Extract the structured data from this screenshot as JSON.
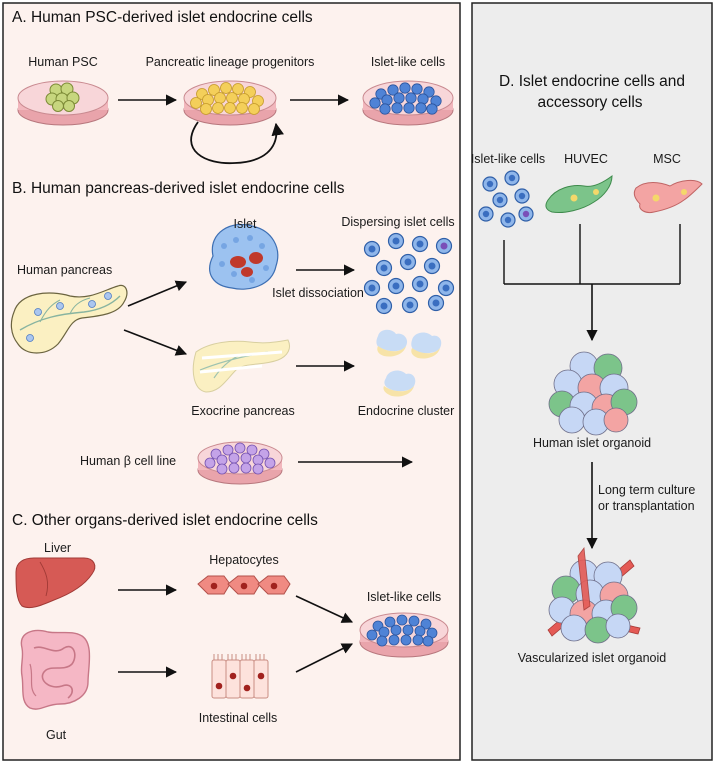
{
  "panel_a": {
    "title": "A. Human PSC-derived islet endocrine cells",
    "human_psc": "Human PSC",
    "progenitors": "Pancreatic lineage progenitors",
    "islet_like": "Islet-like cells"
  },
  "panel_b": {
    "title": "B. Human pancreas-derived islet endocrine cells",
    "islet": "Islet",
    "dispersing": "Dispersing islet cells",
    "human_pancreas": "Human pancreas",
    "dissociation": "Islet dissociation",
    "exocrine": "Exocrine pancreas",
    "endocrine_cluster": "Endocrine cluster",
    "beta_line": "Human β cell line"
  },
  "panel_c": {
    "title": "C. Other organs-derived islet endocrine cells",
    "liver": "Liver",
    "hepatocytes": "Hepatocytes",
    "islet_like": "Islet-like cells",
    "gut": "Gut",
    "intestinal": "Intestinal cells"
  },
  "panel_d": {
    "title_line1": "D. Islet endocrine cells and",
    "title_line2": "accessory cells",
    "islet_like": "Islet-like cells",
    "huvec": "HUVEC",
    "msc": "MSC",
    "human_organoid": "Human islet organoid",
    "culture_line1": "Long term culture",
    "culture_line2": "or transplantation",
    "vascularized": "Vascularized islet organoid"
  },
  "colors": {
    "left_panel_bg": "#fdf2ee",
    "right_panel_bg": "#ededed",
    "dish": "#f6c9cc",
    "blue_cell": "#4f83d6",
    "yellow_cell": "#f4cf5a",
    "green_cell": "#7cc48a",
    "pink_cell": "#f3a4a3",
    "liver": "#d65a55"
  }
}
